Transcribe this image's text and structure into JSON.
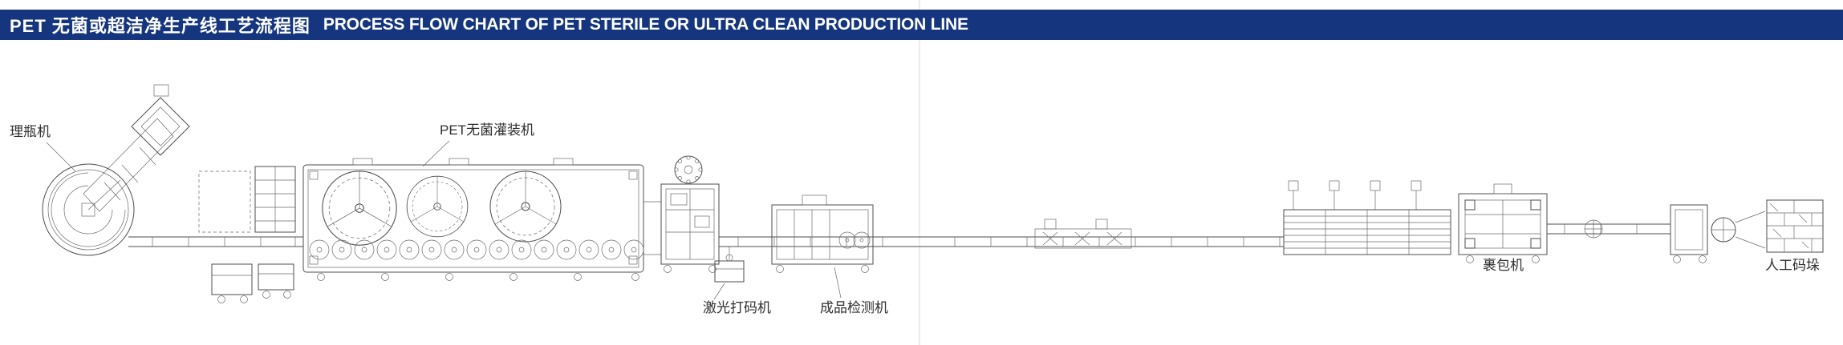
{
  "header": {
    "title_zh": "PET 无菌或超洁净生产线工艺流程图",
    "title_en": "PROCESS FLOW CHART OF PET STERILE OR ULTRA CLEAN PRODUCTION LINE",
    "bg_color": "#15357e",
    "text_color": "#ffffff"
  },
  "diagram": {
    "line_color": "#4d4d4d",
    "label_color": "#2f2f2f",
    "divider_color": "#e0e0e0",
    "labels": {
      "bottle_unscrambler": "理瓶机",
      "aseptic_filler": "PET无菌灌装机",
      "laser_coder": "激光打码机",
      "product_inspector": "成品检测机",
      "wrapper": "裹包机",
      "manual_palletizing": "人工码垛"
    }
  }
}
